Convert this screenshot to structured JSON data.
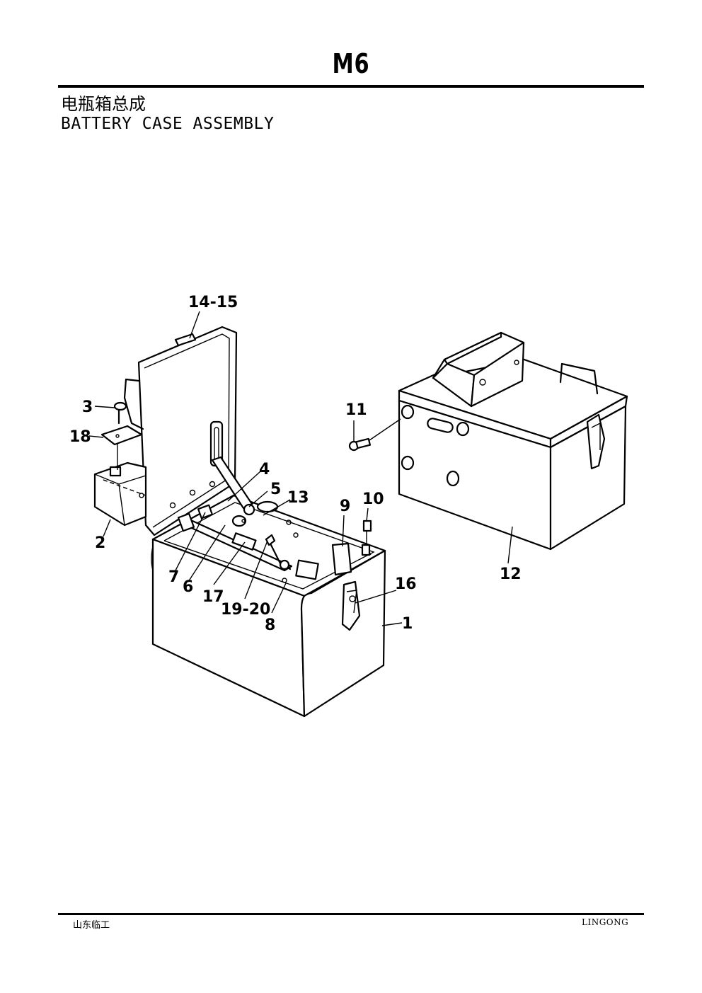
{
  "header": {
    "page_code": "M6",
    "title_cn": "电瓶箱总成",
    "title_en": "BATTERY CASE ASSEMBLY"
  },
  "callouts": {
    "c14_15": "14-15",
    "c3": "3",
    "c18": "18",
    "c2": "2",
    "c4": "4",
    "c5": "5",
    "c13": "13",
    "c9": "9",
    "c10": "10",
    "c11": "11",
    "c7": "7",
    "c6": "6",
    "c17": "17",
    "c19_20": "19-20",
    "c8": "8",
    "c16": "16",
    "c1": "1",
    "c12": "12"
  },
  "footer": {
    "left": "山东临工",
    "right": "LINGONG"
  }
}
